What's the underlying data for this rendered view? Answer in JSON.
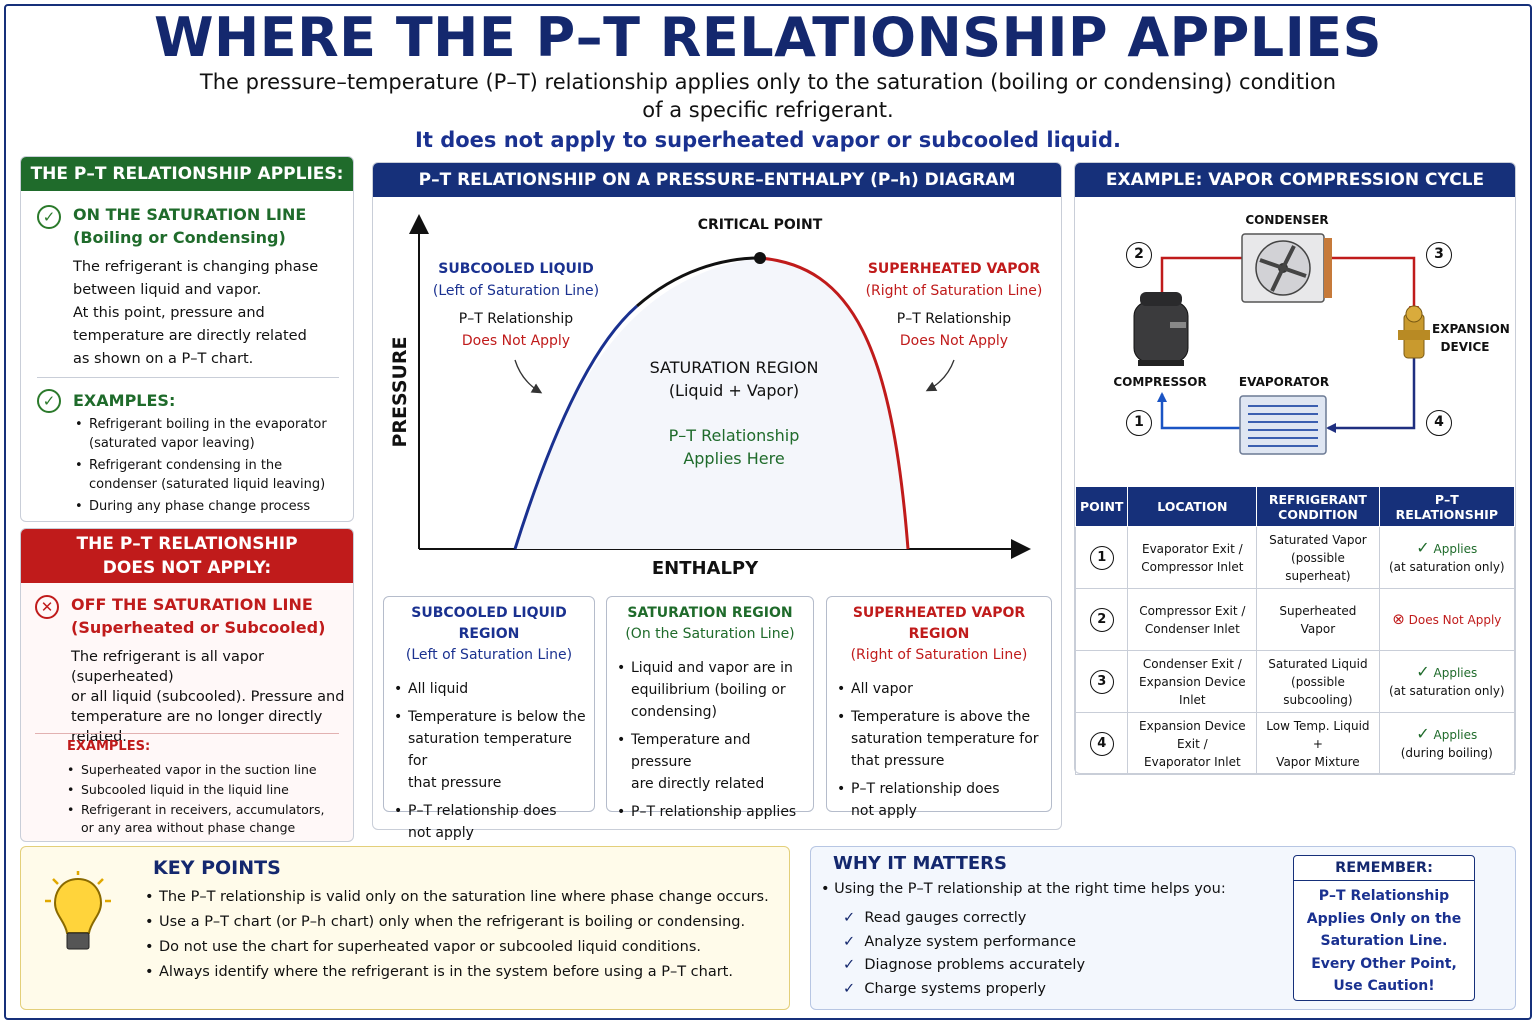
{
  "header": {
    "title": "WHERE THE P–T RELATIONSHIP APPLIES",
    "subtitle_line1": "The pressure–temperature (P–T) relationship applies only to the saturation (boiling or condensing) condition",
    "subtitle_line2": "of a specific refrigerant.",
    "subtitle_line3": "It does not apply to superheated vapor or subcooled liquid."
  },
  "applies_panel": {
    "header": "THE P–T RELATIONSHIP APPLIES:",
    "section_title1": "ON THE SATURATION LINE",
    "section_title2": "(Boiling or Condensing)",
    "body_lines": [
      "The refrigerant is changing phase",
      "between liquid and vapor.",
      "At this point, pressure and",
      "temperature are directly related",
      "as shown on a P–T chart."
    ],
    "examples_title": "EXAMPLES:",
    "examples": [
      {
        "l1": "Refrigerant boiling in the evaporator",
        "l2": "(saturated vapor leaving)"
      },
      {
        "l1": "Refrigerant condensing in the",
        "l2": "condenser (saturated liquid leaving)"
      },
      {
        "l1": "During any phase change process",
        "l2": ""
      }
    ]
  },
  "not_applies_panel": {
    "header_line1": "THE P–T RELATIONSHIP",
    "header_line2": "DOES NOT APPLY:",
    "section_title1": "OFF THE SATURATION LINE",
    "section_title2": "(Superheated or Subcooled)",
    "body_lines": [
      "The refrigerant is all vapor (superheated)",
      "or all liquid (subcooled). Pressure and",
      "temperature are no longer directly",
      "related."
    ],
    "examples_title": "EXAMPLES:",
    "examples": [
      {
        "l1": "Superheated vapor in the suction line",
        "l2": ""
      },
      {
        "l1": "Subcooled liquid in the liquid line",
        "l2": ""
      },
      {
        "l1": "Refrigerant in receivers, accumulators,",
        "l2": "or any area without phase change"
      }
    ]
  },
  "ph_diagram": {
    "header": "P–T RELATIONSHIP ON A PRESSURE–ENTHALPY (P–h) DIAGRAM",
    "y_axis": "PRESSURE",
    "x_axis": "ENTHALPY",
    "critical_point": "CRITICAL POINT",
    "subcooled_label1": "SUBCOOLED LIQUID",
    "subcooled_label2": "(Left of Saturation Line)",
    "subcooled_note1": "P–T Relationship",
    "subcooled_note2": "Does Not Apply",
    "superheated_label1": "SUPERHEATED VAPOR",
    "superheated_label2": "(Right of Saturation Line)",
    "superheated_note1": "P–T Relationship",
    "superheated_note2": "Does Not Apply",
    "saturation_label1": "SATURATION REGION",
    "saturation_label2": "(Liquid + Vapor)",
    "saturation_note1": "P–T Relationship",
    "saturation_note2": "Applies Here",
    "colors": {
      "liquid_line": "#1a3190",
      "vapor_line": "#c01b1b",
      "dome_top": "#111111"
    }
  },
  "regions": [
    {
      "title1": "SUBCOOLED LIQUID REGION",
      "title2": "(Left of Saturation Line)",
      "color": "#1a3190",
      "items": [
        [
          "All liquid"
        ],
        [
          "Temperature is below the",
          "saturation temperature for",
          "that pressure"
        ],
        [
          "P–T relationship does",
          "not apply"
        ]
      ]
    },
    {
      "title1": "SATURATION REGION",
      "title2": "(On the Saturation Line)",
      "color": "#1f6b2b",
      "items": [
        [
          "Liquid and vapor are in",
          "equilibrium (boiling or",
          "condensing)"
        ],
        [
          "Temperature and pressure",
          "are directly related"
        ],
        [
          "P–T relationship applies"
        ]
      ]
    },
    {
      "title1": "SUPERHEATED VAPOR REGION",
      "title2": "(Right of Saturation Line)",
      "color": "#c01b1b",
      "items": [
        [
          "All vapor"
        ],
        [
          "Temperature is above the",
          "saturation temperature for",
          "that pressure"
        ],
        [
          "P–T relationship does",
          "not apply"
        ]
      ]
    }
  ],
  "cycle": {
    "header": "EXAMPLE: VAPOR COMPRESSION CYCLE",
    "labels": {
      "condenser": "CONDENSER",
      "compressor": "COMPRESSOR",
      "evaporator": "EVAPORATOR",
      "expansion1": "EXPANSION",
      "expansion2": "DEVICE"
    },
    "points": [
      "1",
      "2",
      "3",
      "4"
    ],
    "table_headers": {
      "point": "POINT",
      "location": "LOCATION",
      "condition1": "REFRIGERANT",
      "condition2": "CONDITION",
      "pt": "P–T RELATIONSHIP"
    },
    "rows": [
      {
        "point": "1",
        "loc1": "Evaporator Exit /",
        "loc2": "Compressor Inlet",
        "cond1": "Saturated Vapor",
        "cond2": "(possible superheat)",
        "status": "ok",
        "pt1": "Applies",
        "pt2": "(at saturation only)"
      },
      {
        "point": "2",
        "loc1": "Compressor Exit /",
        "loc2": "Condenser Inlet",
        "cond1": "Superheated Vapor",
        "cond2": "",
        "status": "bad",
        "pt1": "Does Not Apply",
        "pt2": ""
      },
      {
        "point": "3",
        "loc1": "Condenser Exit /",
        "loc2": "Expansion Device Inlet",
        "cond1": "Saturated Liquid",
        "cond2": "(possible subcooling)",
        "status": "ok",
        "pt1": "Applies",
        "pt2": "(at saturation only)"
      },
      {
        "point": "4",
        "loc1": "Expansion Device Exit /",
        "loc2": "Evaporator Inlet",
        "cond1": "Low Temp. Liquid +",
        "cond2": "Vapor Mixture",
        "status": "ok",
        "pt1": "Applies",
        "pt2": "(during boiling)"
      }
    ]
  },
  "key_points": {
    "title": "KEY POINTS",
    "items": [
      "The P–T relationship is valid only on the saturation line where phase change occurs.",
      "Use a P–T chart (or P–h chart) only when the refrigerant is boiling or condensing.",
      "Do not use the chart for superheated vapor or subcooled liquid conditions.",
      "Always identify where the refrigerant is in the system before using a P–T chart."
    ]
  },
  "why": {
    "title": "WHY IT MATTERS",
    "intro": "Using the P–T relationship at the right time helps you:",
    "items": [
      "Read gauges correctly",
      "Analyze system performance",
      "Diagnose problems accurately",
      "Charge systems properly"
    ]
  },
  "remember": {
    "title": "REMEMBER:",
    "lines": [
      "P–T Relationship",
      "Applies Only on the",
      "Saturation Line.",
      "Every Other Point,",
      "Use Caution!"
    ]
  }
}
